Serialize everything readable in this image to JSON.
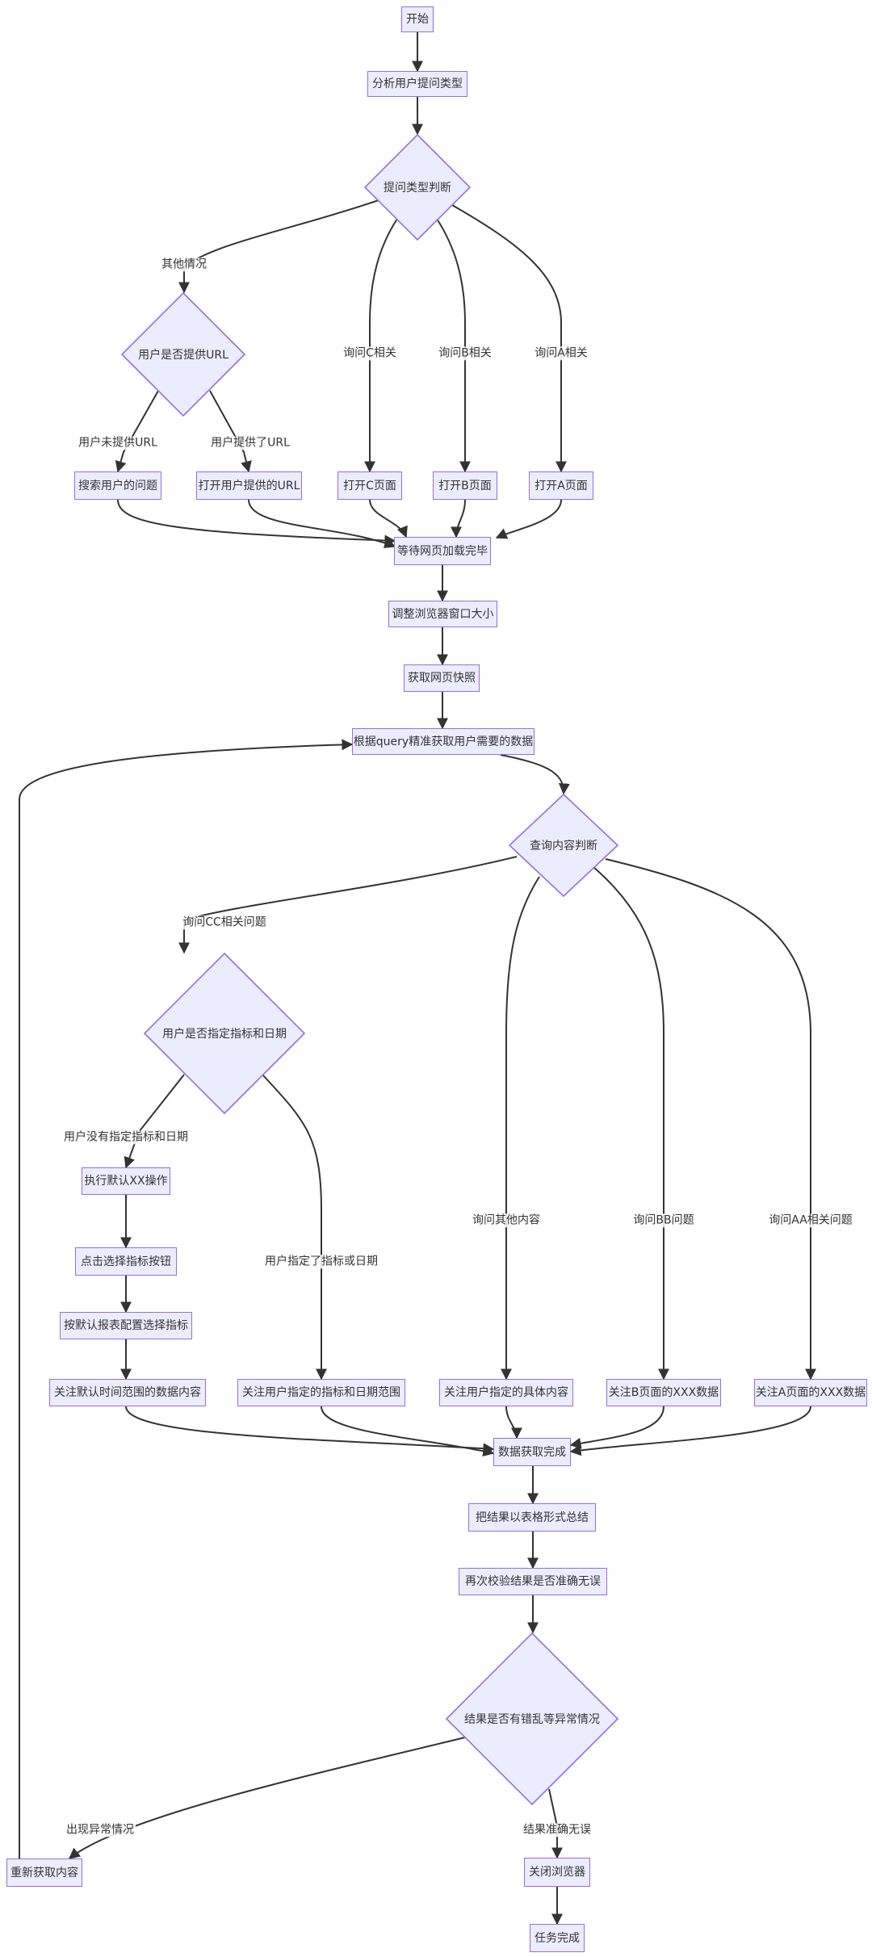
{
  "nodes": {
    "start": "开始",
    "analyze": "分析用户提问类型",
    "question_type": "提问类型判断",
    "has_url": "用户是否提供URL",
    "search_question": "搜索用户的问题",
    "open_user_url": "打开用户提供的URL",
    "open_c": "打开C页面",
    "open_b": "打开B页面",
    "open_a": "打开A页面",
    "wait_load": "等待网页加载完毕",
    "resize_window": "调整浏览器窗口大小",
    "snapshot": "获取网页快照",
    "fetch_data": "根据query精准获取用户需要的数据",
    "content_judge": "查询内容判断",
    "metric_date": "用户是否指定指标和日期",
    "default_xx": "执行默认XX操作",
    "click_metric": "点击选择指标按钮",
    "default_report": "按默认报表配置选择指标",
    "default_range": "关注默认时间范围的数据内容",
    "user_metric_range": "关注用户指定的指标和日期范围",
    "user_content": "关注用户指定的具体内容",
    "b_xxx": "关注B页面的XXX数据",
    "a_xxx": "关注A页面的XXX数据",
    "data_done": "数据获取完成",
    "summary_table": "把结果以表格形式总结",
    "verify": "再次校验结果是否准确无误",
    "error_check": "结果是否有错乱等异常情况",
    "refetch": "重新获取内容",
    "close_browser": "关闭浏览器",
    "task_done": "任务完成"
  },
  "edge_labels": {
    "other": "其他情况",
    "ask_c": "询问C相关",
    "ask_b": "询问B相关",
    "ask_a": "询问A相关",
    "no_url": "用户未提供URL",
    "gave_url": "用户提供了URL",
    "ask_cc": "询问CC相关问题",
    "no_metric": "用户没有指定指标和日期",
    "gave_metric": "用户指定了指标或日期",
    "ask_other": "询问其他内容",
    "ask_bb": "询问BB问题",
    "ask_aa": "询问AA相关问题",
    "abnormal": "出现异常情况",
    "correct": "结果准确无误"
  },
  "colors": {
    "node_fill": "#ECECFF",
    "node_stroke": "#9370DB",
    "edge": "#333333",
    "text": "#333333"
  }
}
